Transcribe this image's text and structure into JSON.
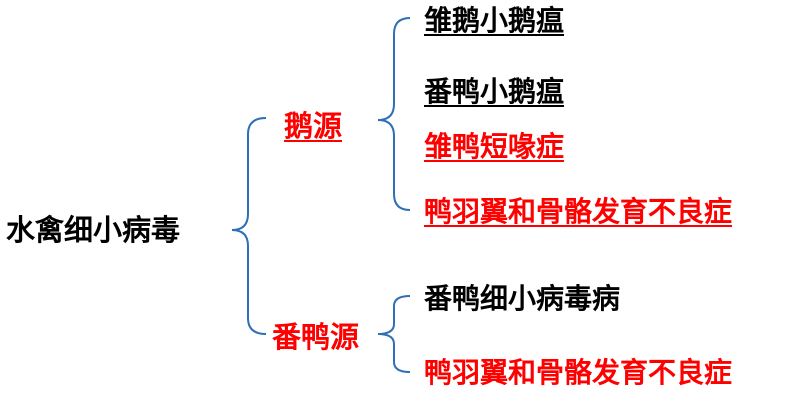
{
  "root": {
    "label": "水禽细小病毒"
  },
  "branches": [
    {
      "label": "鹅源",
      "color": "#ff0000",
      "underlined": true,
      "children": [
        {
          "label": "雏鹅小鹅瘟",
          "color": "#000000",
          "underlined": true
        },
        {
          "label": "番鸭小鹅瘟",
          "color": "#000000",
          "underlined": true
        },
        {
          "label": "雏鸭短喙症",
          "color": "#ff0000",
          "underlined": true
        },
        {
          "label": "鸭羽翼和骨骼发育不良症",
          "color": "#ff0000",
          "underlined": true
        }
      ]
    },
    {
      "label": "番鸭源",
      "color": "#ff0000",
      "underlined": false,
      "children": [
        {
          "label": "番鸭细小病毒病",
          "color": "#000000",
          "underlined": false
        },
        {
          "label": "鸭羽翼和骨骼发育不良症",
          "color": "#ff0000",
          "underlined": false
        }
      ]
    }
  ],
  "colors": {
    "bracket": "#2e6fb5",
    "black_text": "#000000",
    "red_text": "#ff0000"
  }
}
